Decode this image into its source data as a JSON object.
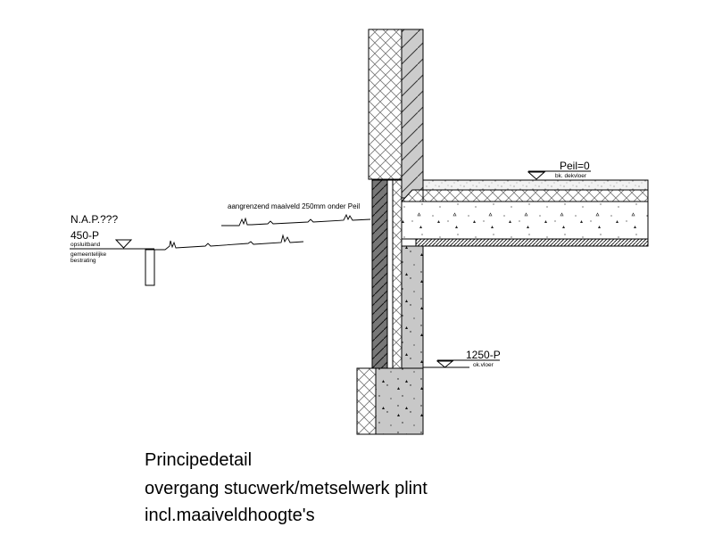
{
  "labels": {
    "nap": "N.A.P.???",
    "level_450": "450-P",
    "kerb_line1": "opsluitband",
    "kerb_line2": "gemeentelijke",
    "kerb_line3": "bestrating",
    "ground_note": "aangrenzend maaiveld 250mm onder Peil",
    "peil": "Peil=0",
    "peil_sub": "bk. dekvloer",
    "level_1250": "1250-P",
    "level_1250_sub": "ok.vloer"
  },
  "title": {
    "line1": "Principedetail",
    "line2": "overgang stucwerk/metselwerk plint",
    "line3": "incl.maaiveldhoogte's"
  }
}
